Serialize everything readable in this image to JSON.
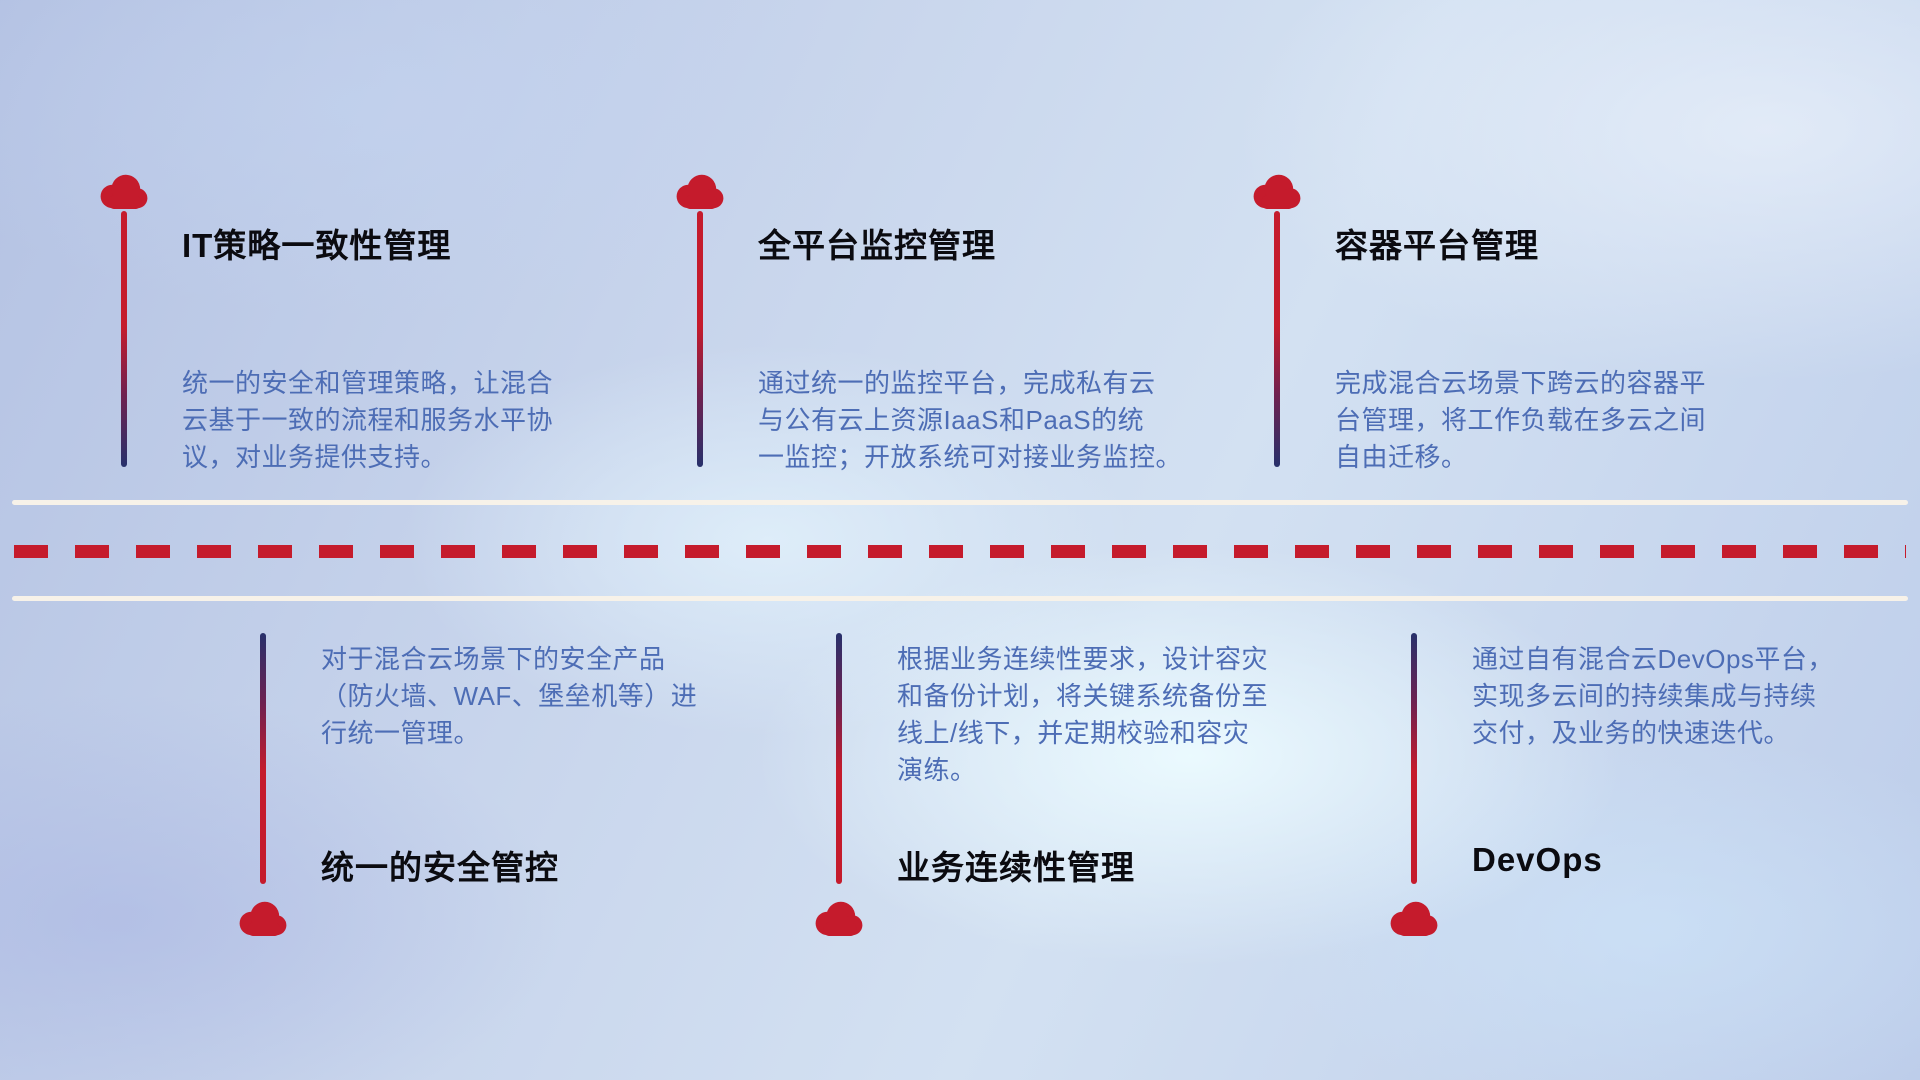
{
  "colors": {
    "accent_red": "#c51b2c",
    "deep_navy": "#27306b",
    "title_text": "#0b0b10",
    "desc_text": "#4d6db5",
    "divider_white": "#f7f2e9"
  },
  "top_items": [
    {
      "title": "IT策略一致性管理",
      "desc": "统一的安全和管理策略，让混合\n云基于一致的流程和服务水平协\n议，对业务提供支持。"
    },
    {
      "title": "全平台监控管理",
      "desc": "通过统一的监控平台，完成私有云\n与公有云上资源IaaS和PaaS的统\n一监控；开放系统可对接业务监控。"
    },
    {
      "title": "容器平台管理",
      "desc": "完成混合云场景下跨云的容器平\n台管理，将工作负载在多云之间\n自由迁移。"
    }
  ],
  "bottom_items": [
    {
      "title": "统一的安全管控",
      "desc": "对于混合云场景下的安全产品\n（防火墙、WAF、堡垒机等）进\n行统一管理。"
    },
    {
      "title": "业务连续性管理",
      "desc": "根据业务连续性要求，设计容灾\n和备份计划，将关键系统备份至\n线上/线下，并定期校验和容灾\n演练。"
    },
    {
      "title": "DevOps",
      "desc": "通过自有混合云DevOps平台，\n实现多云间的持续集成与持续\n交付，及业务的快速迭代。"
    }
  ]
}
